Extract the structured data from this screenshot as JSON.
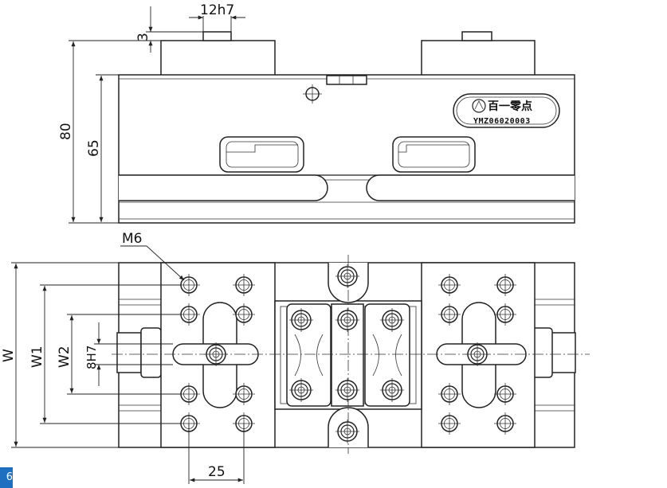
{
  "dimensions": {
    "key_width": "12h7",
    "key_height": "3",
    "overall_height": "80",
    "body_height": "65",
    "thread": "M6",
    "width": "W",
    "width_1": "W1",
    "width_2": "W2",
    "slot": "8H7",
    "hole_pitch": "25"
  },
  "logo": {
    "brand": "百一零点",
    "model": "YMZ06020003"
  },
  "corner_badge": "6"
}
